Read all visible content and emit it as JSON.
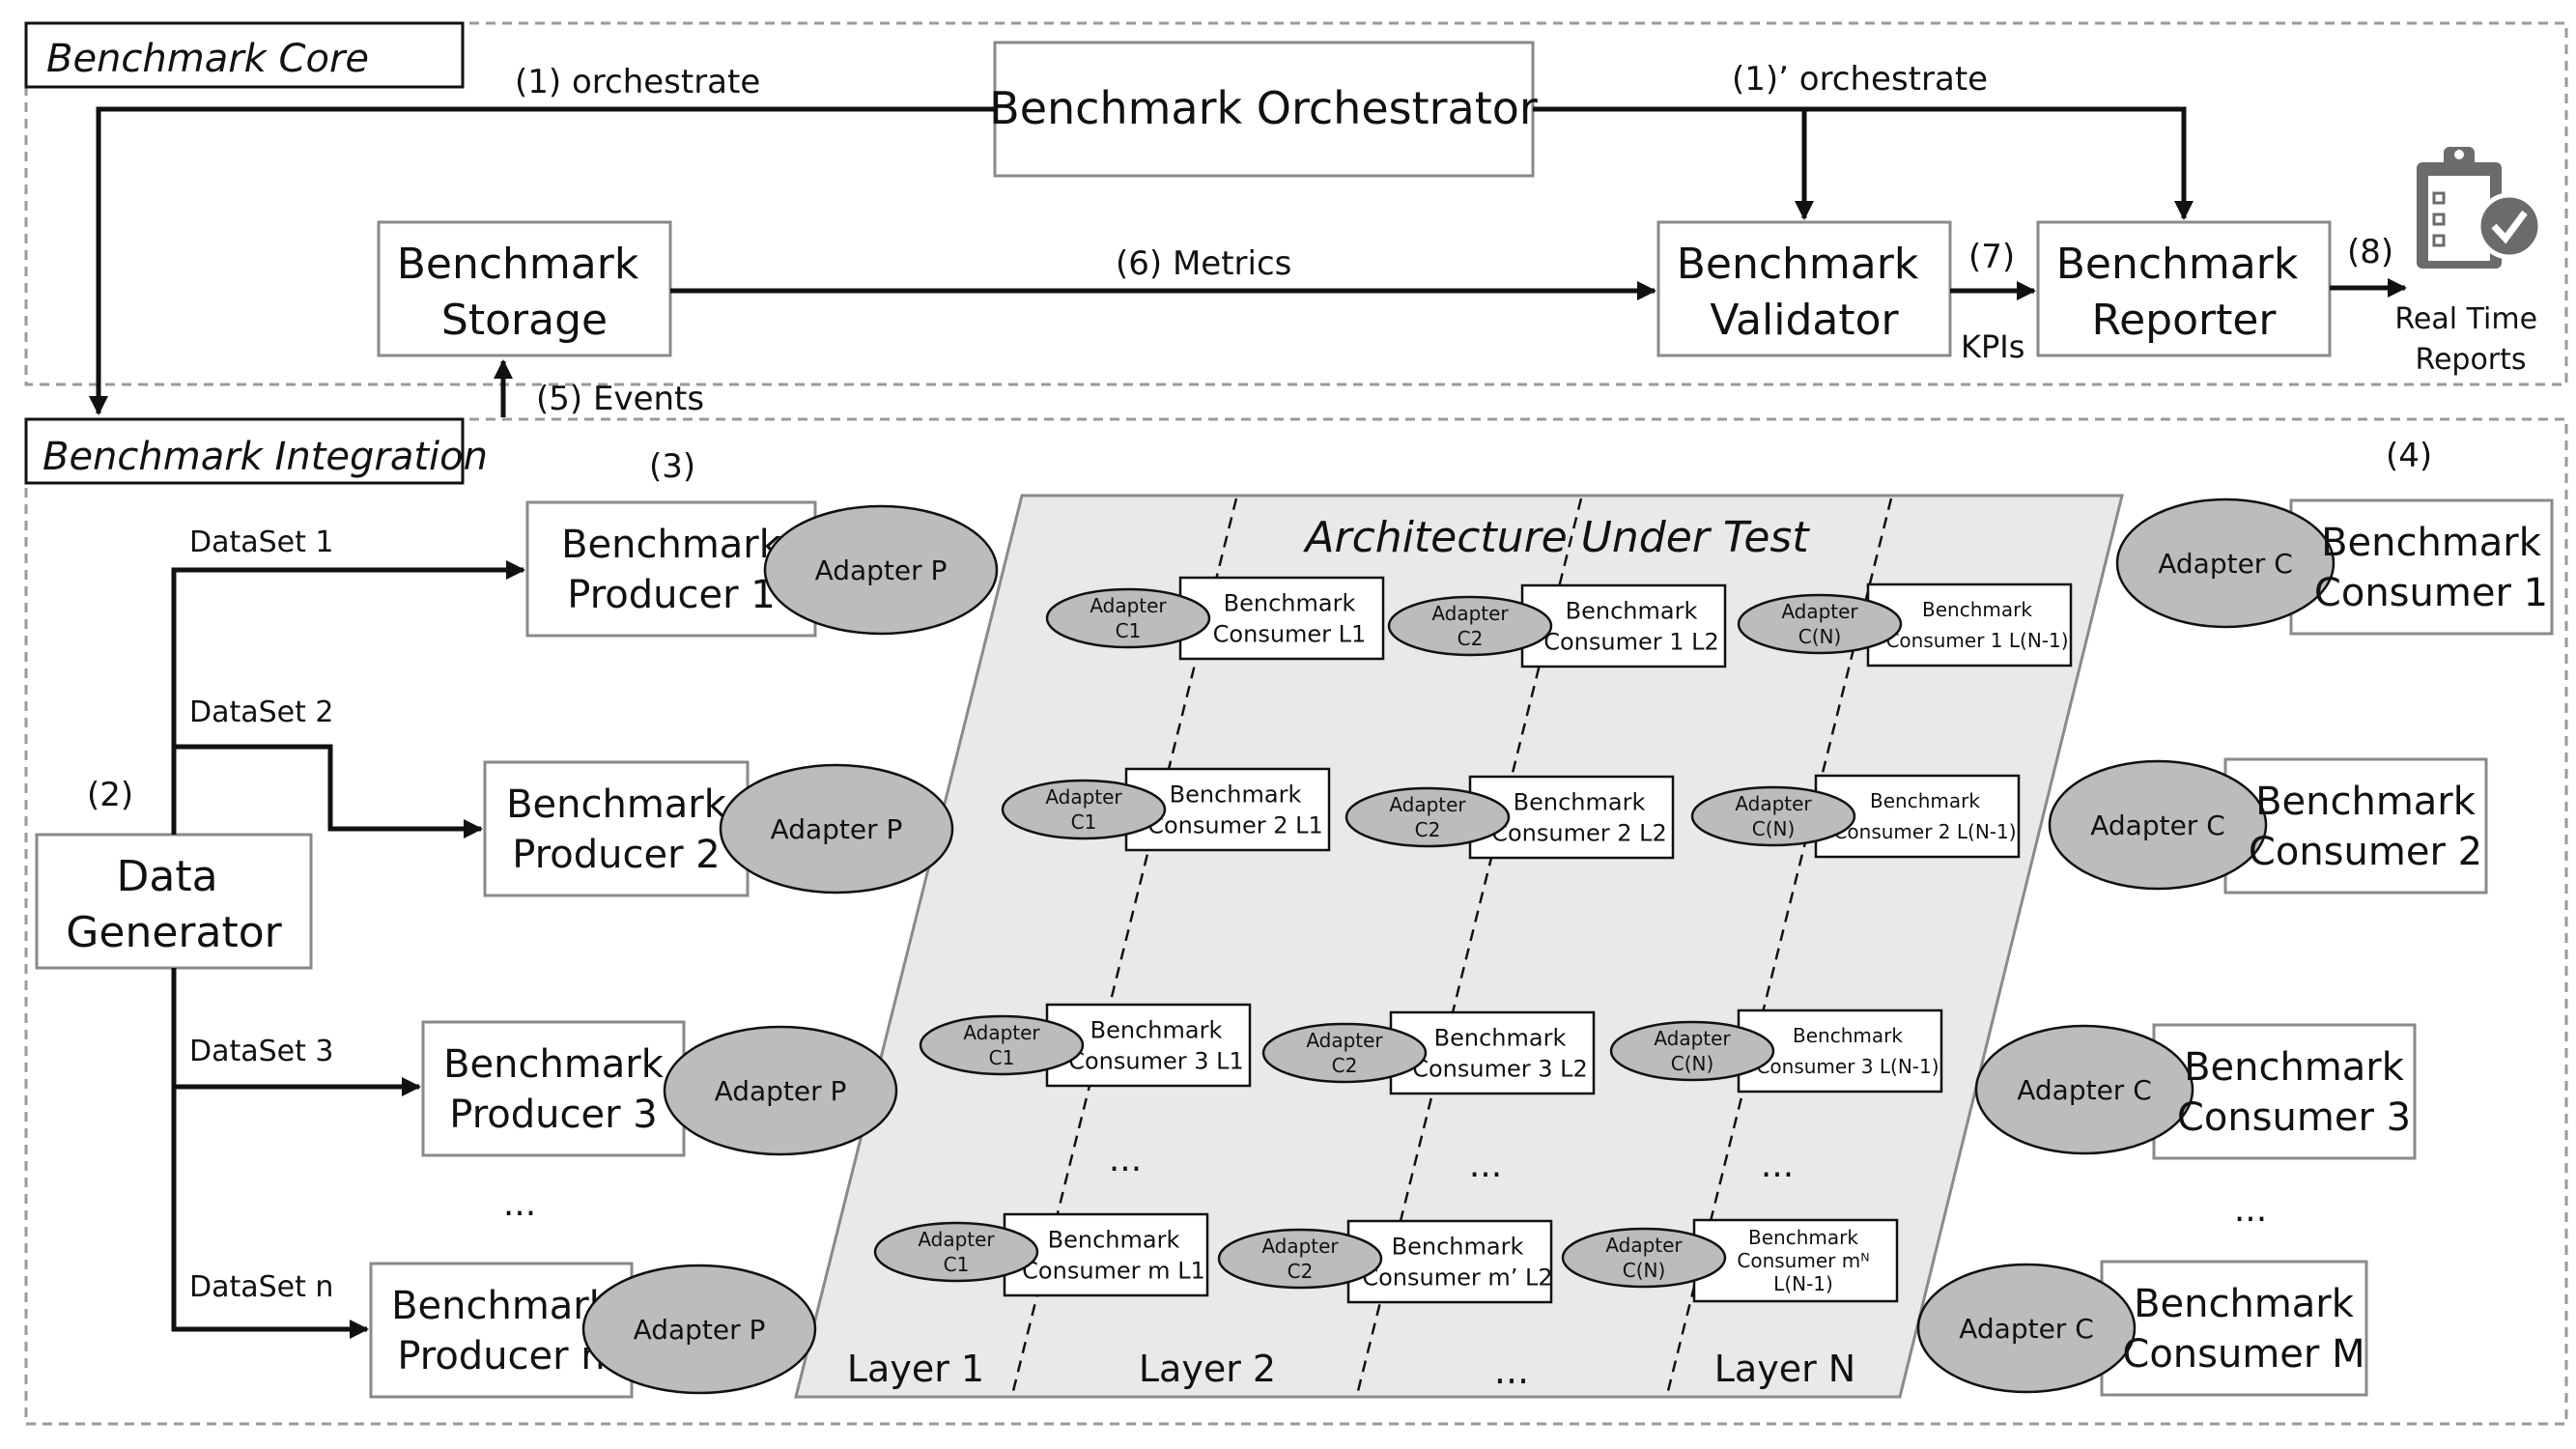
{
  "sections": {
    "core": "Benchmark Core",
    "integration": "Benchmark Integration"
  },
  "core": {
    "orchestrator": "Benchmark Orchestrator",
    "storage": [
      "Benchmark",
      "Storage"
    ],
    "validator": [
      "Benchmark",
      "Validator"
    ],
    "reporter": [
      "Benchmark",
      "Reporter"
    ],
    "edge_orchestrate": "(1) orchestrate",
    "edge_orchestrate_prime": "(1)’ orchestrate",
    "edge_metrics": "(6) Metrics",
    "edge_kpis_num": "(7)",
    "edge_kpis": "KPIs",
    "edge_reports_num": "(8)",
    "reports": [
      "Real Time",
      "Reports"
    ],
    "reports_icon": "clipboard-check-icon",
    "events": "(5) Events"
  },
  "integration": {
    "label_generator": "(2)",
    "label_producers": "(3)",
    "label_consumers": "(4)",
    "generator": [
      "Data",
      "Generator"
    ],
    "datasets": [
      "DataSet 1",
      "DataSet 2",
      "DataSet 3",
      "DataSet n"
    ],
    "producers": [
      [
        "Benchmark",
        "Producer 1"
      ],
      [
        "Benchmark",
        "Producer 2"
      ],
      [
        "Benchmark",
        "Producer 3"
      ],
      [
        "Benchmark",
        "Producer n"
      ]
    ],
    "producer_adapter": "Adapter P",
    "producers_ellipsis": "...",
    "consumers": [
      [
        "Benchmark",
        "Consumer 1"
      ],
      [
        "Benchmark",
        "Consumer 2"
      ],
      [
        "Benchmark",
        "Consumer 3"
      ],
      [
        "Benchmark",
        "Consumer M"
      ]
    ],
    "consumer_adapter": "Adapter C",
    "consumers_ellipsis": "..."
  },
  "aut": {
    "title": "Architecture Under Test",
    "layers": [
      "Layer 1",
      "Layer 2",
      "...",
      "Layer N"
    ],
    "ellipsis": "...",
    "layer1": {
      "adapters": [
        [
          "Adapter",
          "C1"
        ],
        [
          "Adapter",
          "C1"
        ],
        [
          "Adapter",
          "C1"
        ],
        [
          "Adapter",
          "C1"
        ]
      ],
      "consumers": [
        [
          "Benchmark",
          "Consumer L1"
        ],
        [
          "Benchmark",
          "Consumer 2 L1"
        ],
        [
          "Benchmark",
          "Consumer 3 L1"
        ],
        [
          "Benchmark",
          "Consumer m L1"
        ]
      ]
    },
    "layer2": {
      "adapters": [
        [
          "Adapter",
          "C2"
        ],
        [
          "Adapter",
          "C2"
        ],
        [
          "Adapter",
          "C2"
        ],
        [
          "Adapter",
          "C2"
        ]
      ],
      "consumers": [
        [
          "Benchmark",
          "Consumer 1 L2"
        ],
        [
          "Benchmark",
          "Consumer 2 L2"
        ],
        [
          "Benchmark",
          "Consumer 3 L2"
        ],
        [
          "Benchmark",
          "Consumer m’ L2"
        ]
      ]
    },
    "layerN": {
      "adapters": [
        [
          "Adapter",
          "C(N)"
        ],
        [
          "Adapter",
          "C(N)"
        ],
        [
          "Adapter",
          "C(N)"
        ],
        [
          "Adapter",
          "C(N)"
        ]
      ],
      "consumers": [
        [
          "Benchmark",
          "Consumer 1 L(N-1)"
        ],
        [
          "Benchmark",
          "Consumer 2 L(N-1)"
        ],
        [
          "Benchmark",
          "Consumer 3 L(N-1)"
        ],
        [
          "Benchmark",
          "Consumer mᴺ",
          "L(N-1)"
        ]
      ]
    }
  }
}
